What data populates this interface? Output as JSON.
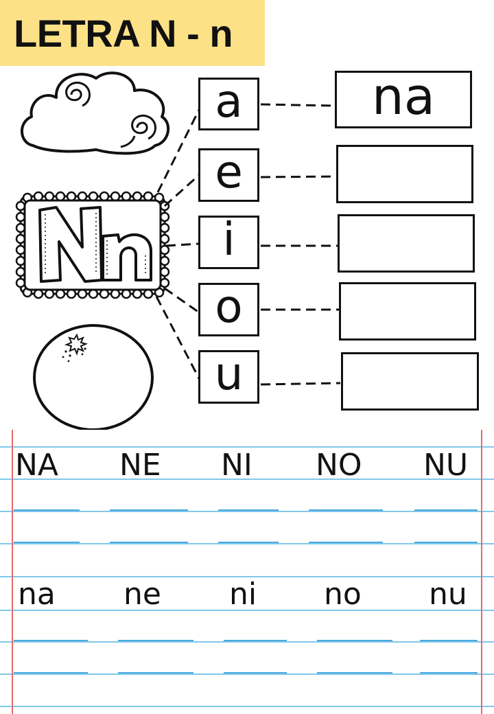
{
  "header": {
    "title": "LETRA N - n"
  },
  "colors": {
    "banner": "#fce187",
    "ruled_line": "#7fc7ec",
    "margin_line": "#e8696b",
    "ink": "#111111"
  },
  "illustrations": {
    "cloud": "cloud-illustration",
    "letter_card": "Nn",
    "fruit": "orange-illustration"
  },
  "vowels": [
    "a",
    "e",
    "i",
    "o",
    "u"
  ],
  "answers": [
    "na",
    "",
    "",
    "",
    ""
  ],
  "practice": {
    "uppercase": [
      "NA",
      "NE",
      "NI",
      "NO",
      "NU"
    ],
    "lowercase": [
      "na",
      "ne",
      "ni",
      "no",
      "nu"
    ]
  }
}
